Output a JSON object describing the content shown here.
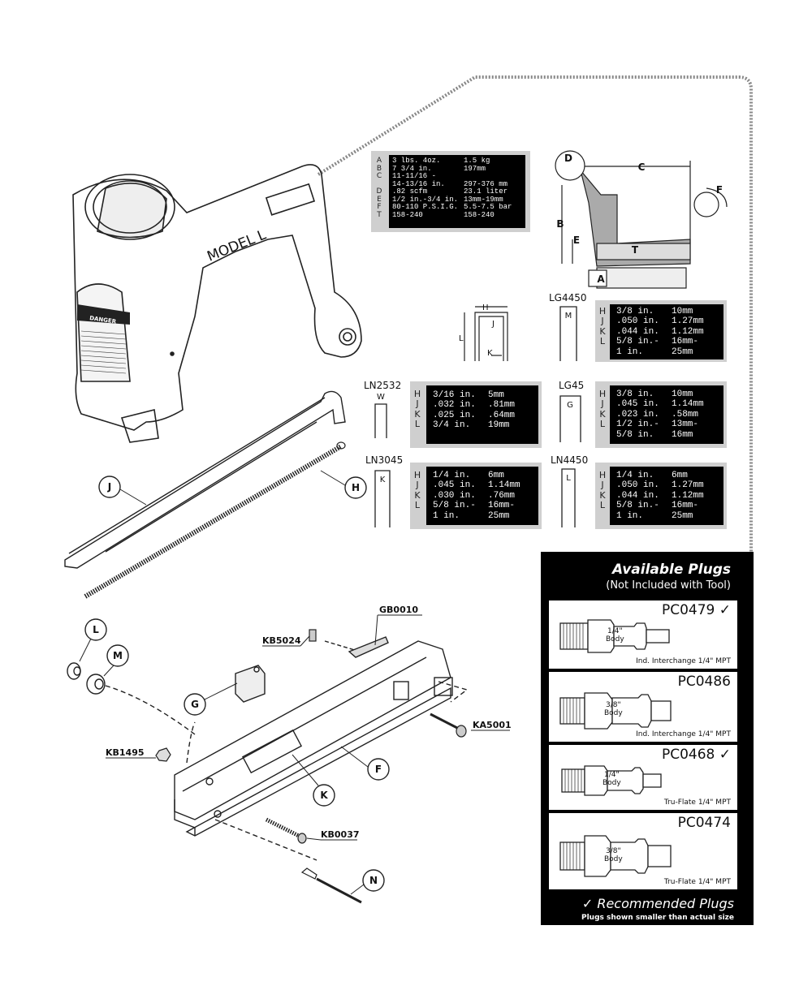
{
  "gun": {
    "model_label": "MODEL L",
    "danger_label": "DANGER"
  },
  "main_specs": {
    "letters": [
      "A",
      "B",
      "C",
      "",
      "D",
      "E",
      "F",
      "T"
    ],
    "rows": [
      [
        "3 lbs. 4oz.",
        "1.5 kg"
      ],
      [
        "7 3/4 in.",
        "197mm"
      ],
      [
        "11-11/16 -",
        ""
      ],
      [
        "14-13/16 in.",
        "297-376 mm"
      ],
      [
        ".82 scfm",
        "23.1 liter"
      ],
      [
        "1/2 in.-3/4 in.",
        "13mm-19mm"
      ],
      [
        "80-110 P.S.I.G.",
        "5.5-7.5 bar"
      ],
      [
        "158-240",
        "158-240"
      ]
    ]
  },
  "dimension_diagram": {
    "labels": [
      "D",
      "C",
      "F",
      "B",
      "E",
      "T",
      "A"
    ]
  },
  "staple_diagram": {
    "labels": [
      "H",
      "J",
      "L",
      "K"
    ]
  },
  "staples": [
    {
      "sku": "LG4450",
      "letter": "M",
      "letters": [
        "H",
        "J",
        "K",
        "L",
        ""
      ],
      "rows": [
        [
          "3/8 in.",
          "10mm"
        ],
        [
          ".050 in.",
          "1.27mm"
        ],
        [
          ".044 in.",
          "1.12mm"
        ],
        [
          "5/8 in.-",
          "16mm-"
        ],
        [
          "1 in.",
          "25mm"
        ]
      ]
    },
    {
      "sku": "LN2532",
      "letter": "W",
      "letters": [
        "H",
        "J",
        "K",
        "L"
      ],
      "rows": [
        [
          "3/16 in.",
          "5mm"
        ],
        [
          ".032 in.",
          ".81mm"
        ],
        [
          ".025 in.",
          ".64mm"
        ],
        [
          "3/4 in.",
          "19mm"
        ]
      ]
    },
    {
      "sku": "LG45",
      "letter": "G",
      "letters": [
        "H",
        "J",
        "K",
        "L",
        ""
      ],
      "rows": [
        [
          "3/8 in.",
          "10mm"
        ],
        [
          ".045 in.",
          "1.14mm"
        ],
        [
          ".023 in.",
          ".58mm"
        ],
        [
          "1/2 in.-",
          "13mm-"
        ],
        [
          "5/8 in.",
          "16mm"
        ]
      ]
    },
    {
      "sku": "LN3045",
      "letter": "K",
      "letters": [
        "H",
        "J",
        "K",
        "L",
        ""
      ],
      "rows": [
        [
          "1/4 in.",
          "6mm"
        ],
        [
          ".045 in.",
          "1.14mm"
        ],
        [
          ".030 in.",
          ".76mm"
        ],
        [
          "5/8 in.-",
          "16mm-"
        ],
        [
          "1 in.",
          "25mm"
        ]
      ]
    },
    {
      "sku": "LN4450",
      "letter": "L",
      "letters": [
        "H",
        "J",
        "K",
        "L",
        ""
      ],
      "rows": [
        [
          "1/4 in.",
          "6mm"
        ],
        [
          ".050 in.",
          "1.27mm"
        ],
        [
          ".044 in.",
          "1.12mm"
        ],
        [
          "5/8 in.-",
          "16mm-"
        ],
        [
          "1 in.",
          "25mm"
        ]
      ]
    }
  ],
  "parts": {
    "circled": [
      "J",
      "H",
      "L",
      "M",
      "G",
      "K",
      "F",
      "N"
    ],
    "part_numbers": [
      "GB0010",
      "KB5024",
      "KA5001",
      "KB1495",
      "KB0037"
    ]
  },
  "plugs": {
    "title": "Available Plugs",
    "subtitle": "(Not Included with Tool)",
    "check": "✓",
    "items": [
      {
        "code": "PC0479",
        "recommended": true,
        "body": "1/4\"",
        "body_label": "Body",
        "desc": "Ind. Interchange 1/4\" MPT"
      },
      {
        "code": "PC0486",
        "recommended": false,
        "body": "3/8\"",
        "body_label": "Body",
        "desc": "Ind. Interchange 1/4\" MPT"
      },
      {
        "code": "PC0468",
        "recommended": true,
        "body": "1/4\"",
        "body_label": "Body",
        "desc": "Tru-Flate 1/4\" MPT"
      },
      {
        "code": "PC0474",
        "recommended": false,
        "body": "3/8\"",
        "body_label": "Body",
        "desc": "Tru-Flate 1/4\" MPT"
      }
    ],
    "footer_title": "Recommended Plugs",
    "footer_note": "Plugs shown smaller than actual size"
  }
}
